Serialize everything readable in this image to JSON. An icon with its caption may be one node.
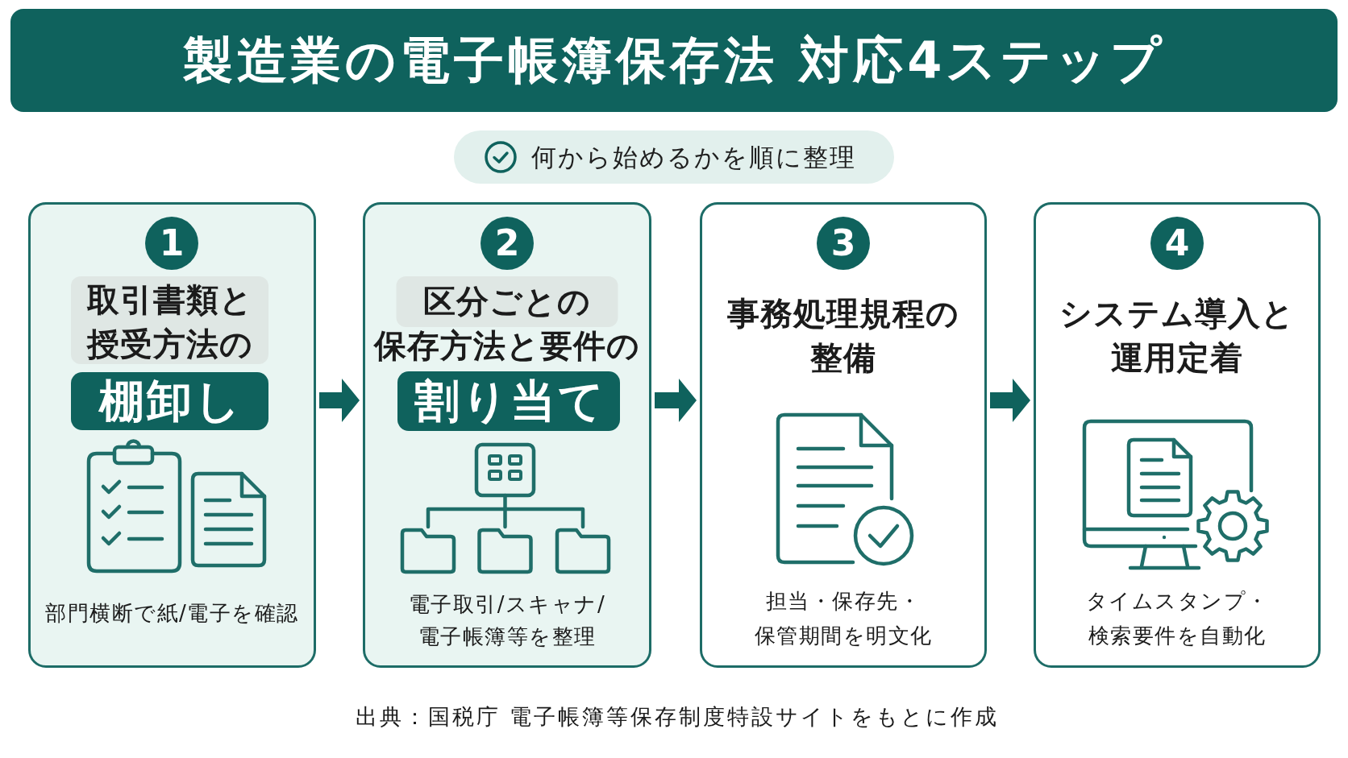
{
  "diagram": {
    "title": "製造業の電子帳簿保存法 対応4ステップ",
    "nodes": [
      {
        "text": [
          "何から始めるかを順に整理"
        ]
      },
      {
        "text": [
          "取引書類と授受方法の",
          "部門横断で紙/電子を確認"
        ]
      },
      {
        "text": [
          "1"
        ],
        "in": 1
      },
      {
        "text": [
          "棚卸し"
        ],
        "in": 1
      },
      {
        "text": [
          "区分ごとの保存方法と要件の",
          "電子取引/スキャナ/電子帳簿等を整理"
        ]
      },
      {
        "text": [
          "2"
        ],
        "in": 4
      },
      {
        "text": [
          "割り当て"
        ],
        "in": 4
      },
      {
        "text": [
          "事務処理規程の整備",
          "担当・保存先・保管期間を明文化"
        ]
      },
      {
        "text": [
          "3"
        ],
        "in": 7
      },
      {
        "text": [
          "システム導入と運用定着",
          "タイムスタンプ・検索要件を自動化"
        ]
      },
      {
        "text": [
          "4"
        ],
        "in": 9
      }
    ],
    "edges": [
      {
        "from": 1,
        "to": 4,
        "arrow": "to"
      },
      {
        "from": 4,
        "to": 7,
        "arrow": "to"
      },
      {
        "from": 7,
        "to": 9,
        "arrow": "to"
      }
    ],
    "labels": [
      "出典：国税庁 電子帳簿等保存制度特設サイトをもとに作成"
    ]
  }
}
